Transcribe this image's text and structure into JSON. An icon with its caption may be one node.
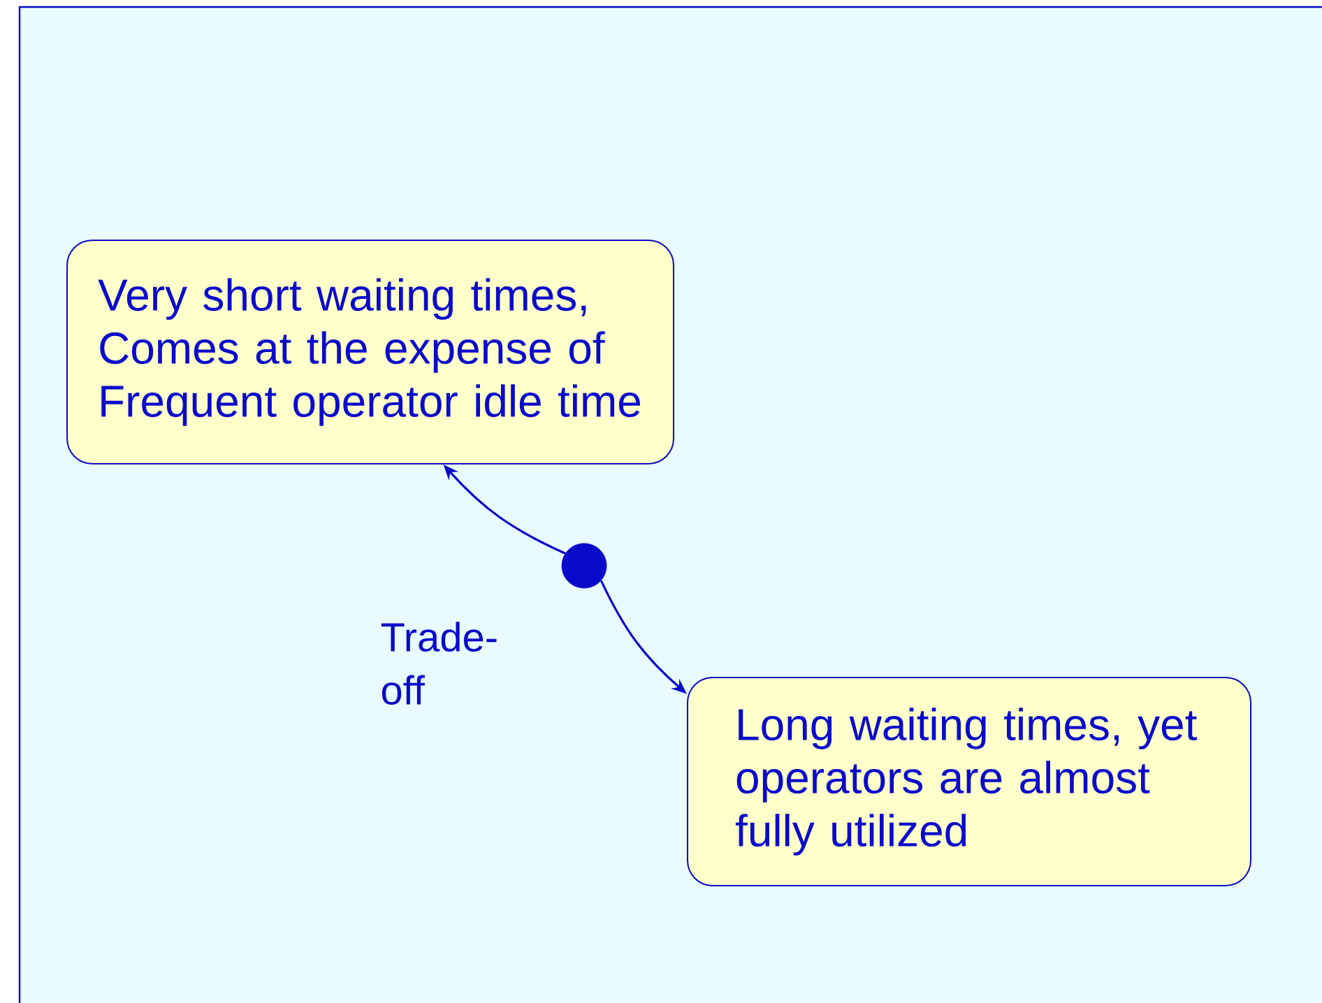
{
  "diagram": {
    "nodes": [
      {
        "text": [
          "Very short waiting times, Comes at the expense of Frequent operator idle time"
        ]
      },
      {
        "text": [
          "Long waiting times, yet operators are almost fully utilized"
        ]
      },
      {
        "text": [],
        "shape": "circle"
      }
    ],
    "edges": [
      {
        "from": 2,
        "to": 0,
        "arrow": "to"
      },
      {
        "from": 2,
        "to": 1,
        "arrow": "to"
      }
    ],
    "labels": [
      "Trade-off"
    ]
  }
}
